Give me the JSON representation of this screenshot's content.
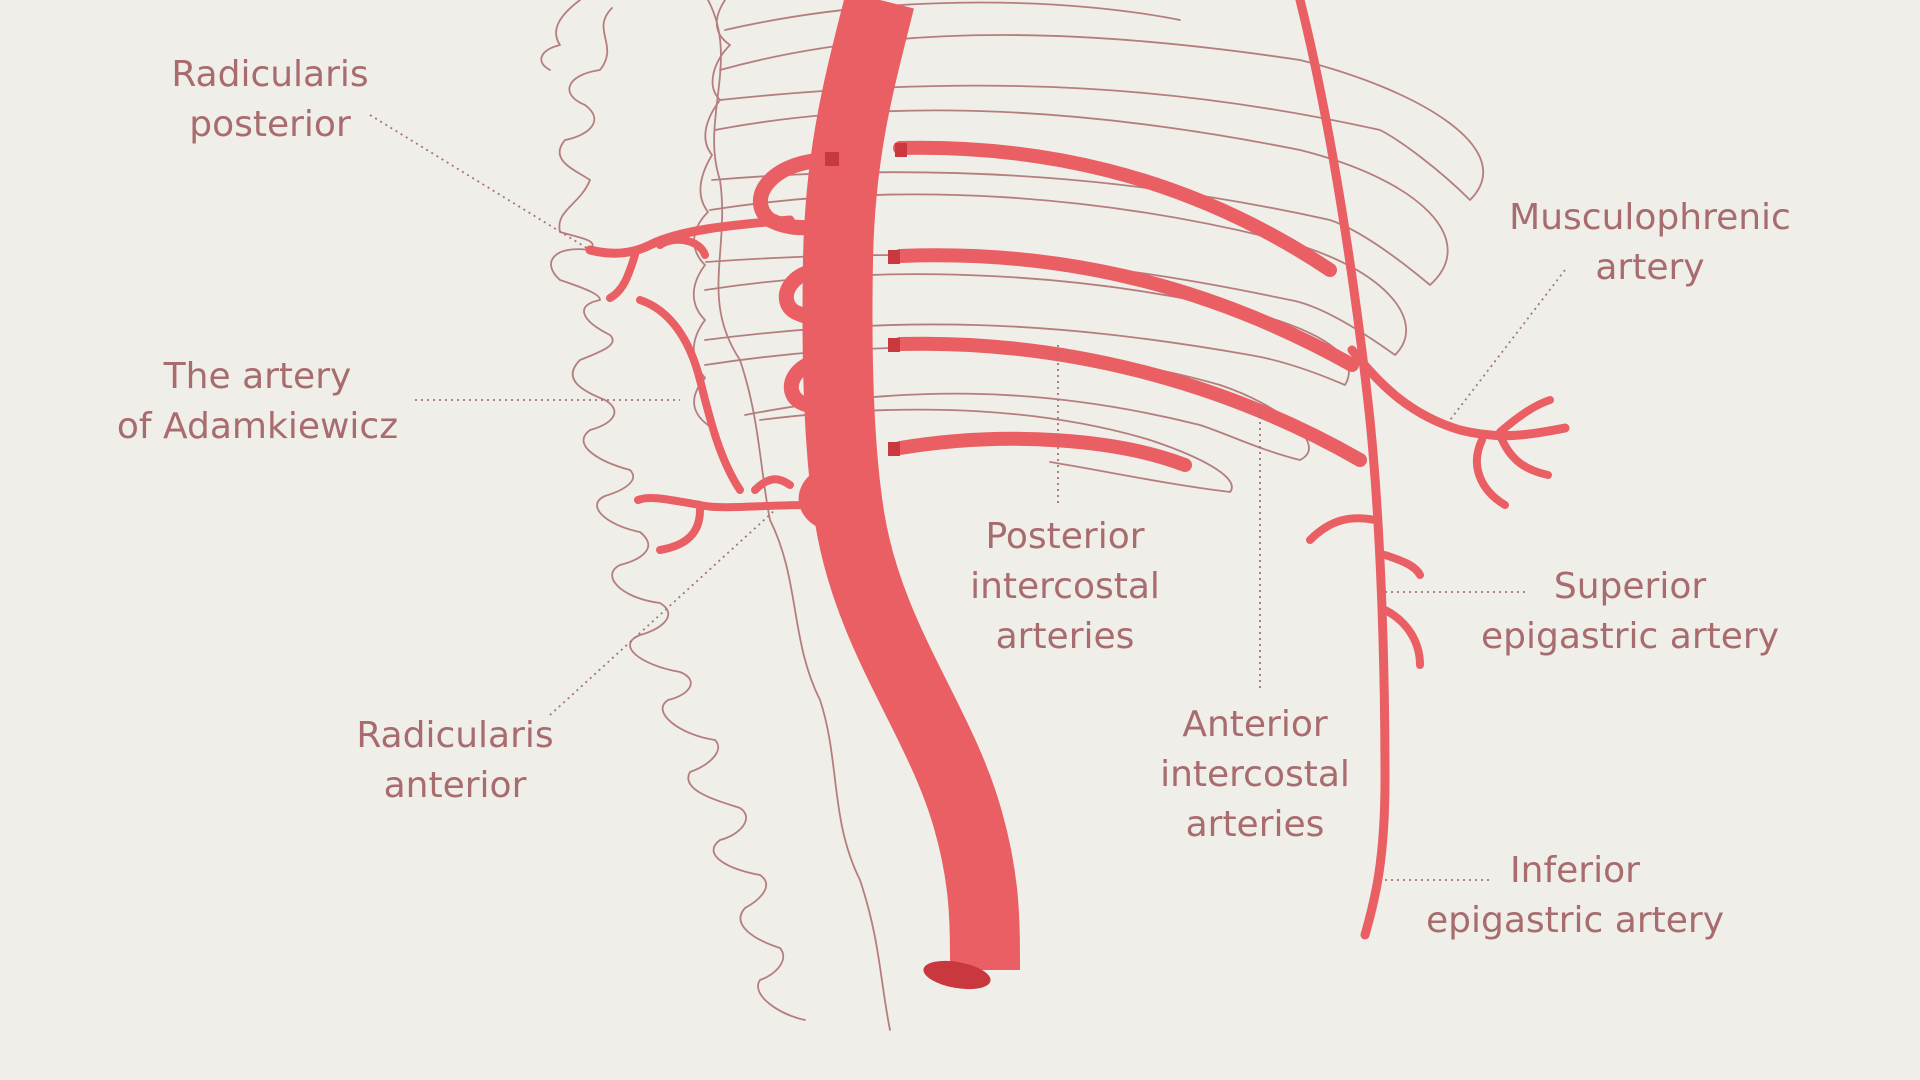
{
  "colors": {
    "background": "#efeee8",
    "artery": "#ea5f63",
    "artery_dark": "#c9383e",
    "outline": "#b57e7e",
    "label_text": "#a86c6f"
  },
  "labels": {
    "radicularis_posterior": [
      "Radicularis",
      "posterior"
    ],
    "artery_of_adamkiewicz": [
      "The artery",
      "of Adamkiewicz"
    ],
    "radicularis_anterior": [
      "Radicularis",
      "anterior"
    ],
    "posterior_intercostal": [
      "Posterior",
      "intercostal",
      "arteries"
    ],
    "anterior_intercostal": [
      "Anterior",
      "intercostal",
      "arteries"
    ],
    "musculophrenic": [
      "Musculophrenic",
      "artery"
    ],
    "superior_epigastric": [
      "Superior",
      "epigastric artery"
    ],
    "inferior_epigastric": [
      "Inferior",
      "epigastric artery"
    ]
  }
}
